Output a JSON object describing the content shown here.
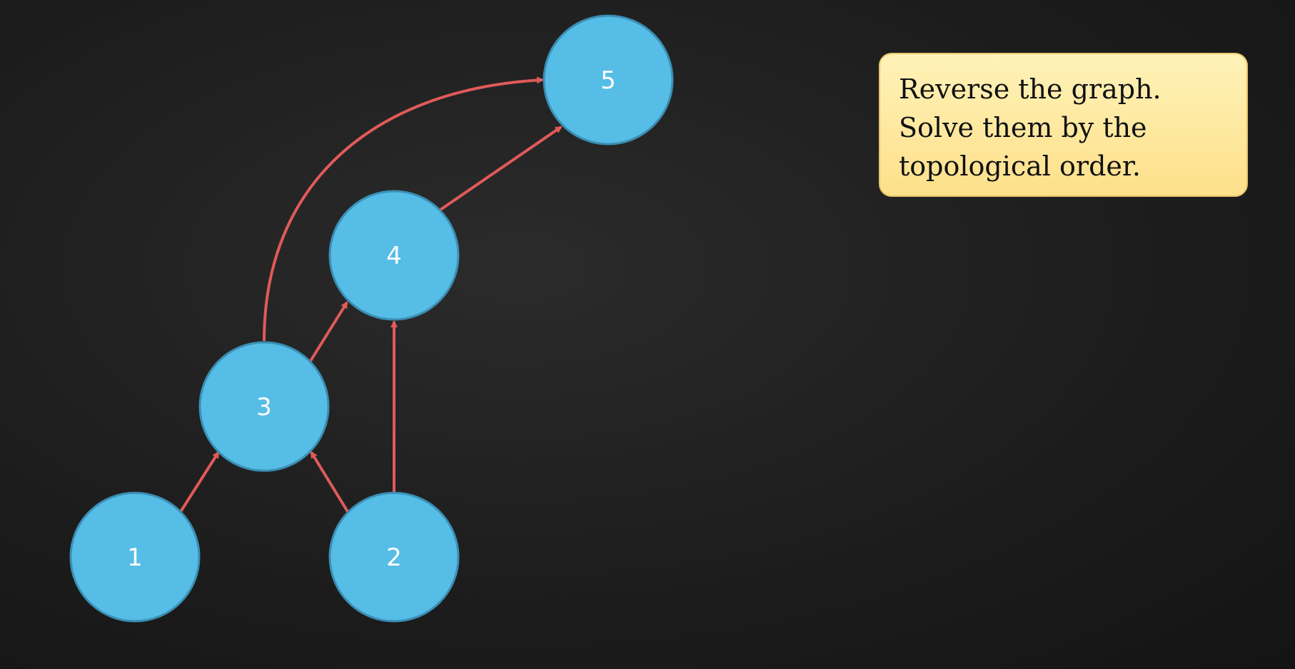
{
  "diagram": {
    "colors": {
      "node_fill": "#56bde6",
      "node_stroke": "#3a8fb4",
      "edge": "#e05a5a",
      "label": "#ffffff"
    },
    "nodes": [
      {
        "id": "n1",
        "label": "1"
      },
      {
        "id": "n2",
        "label": "2"
      },
      {
        "id": "n3",
        "label": "3"
      },
      {
        "id": "n4",
        "label": "4"
      },
      {
        "id": "n5",
        "label": "5"
      }
    ],
    "edges": [
      {
        "from": "1",
        "to": "3"
      },
      {
        "from": "2",
        "to": "3"
      },
      {
        "from": "2",
        "to": "4"
      },
      {
        "from": "3",
        "to": "4"
      },
      {
        "from": "3",
        "to": "5"
      },
      {
        "from": "4",
        "to": "5"
      }
    ]
  },
  "callout": {
    "lines": [
      "Reverse the graph.",
      "Solve them by the",
      "topological order."
    ]
  }
}
